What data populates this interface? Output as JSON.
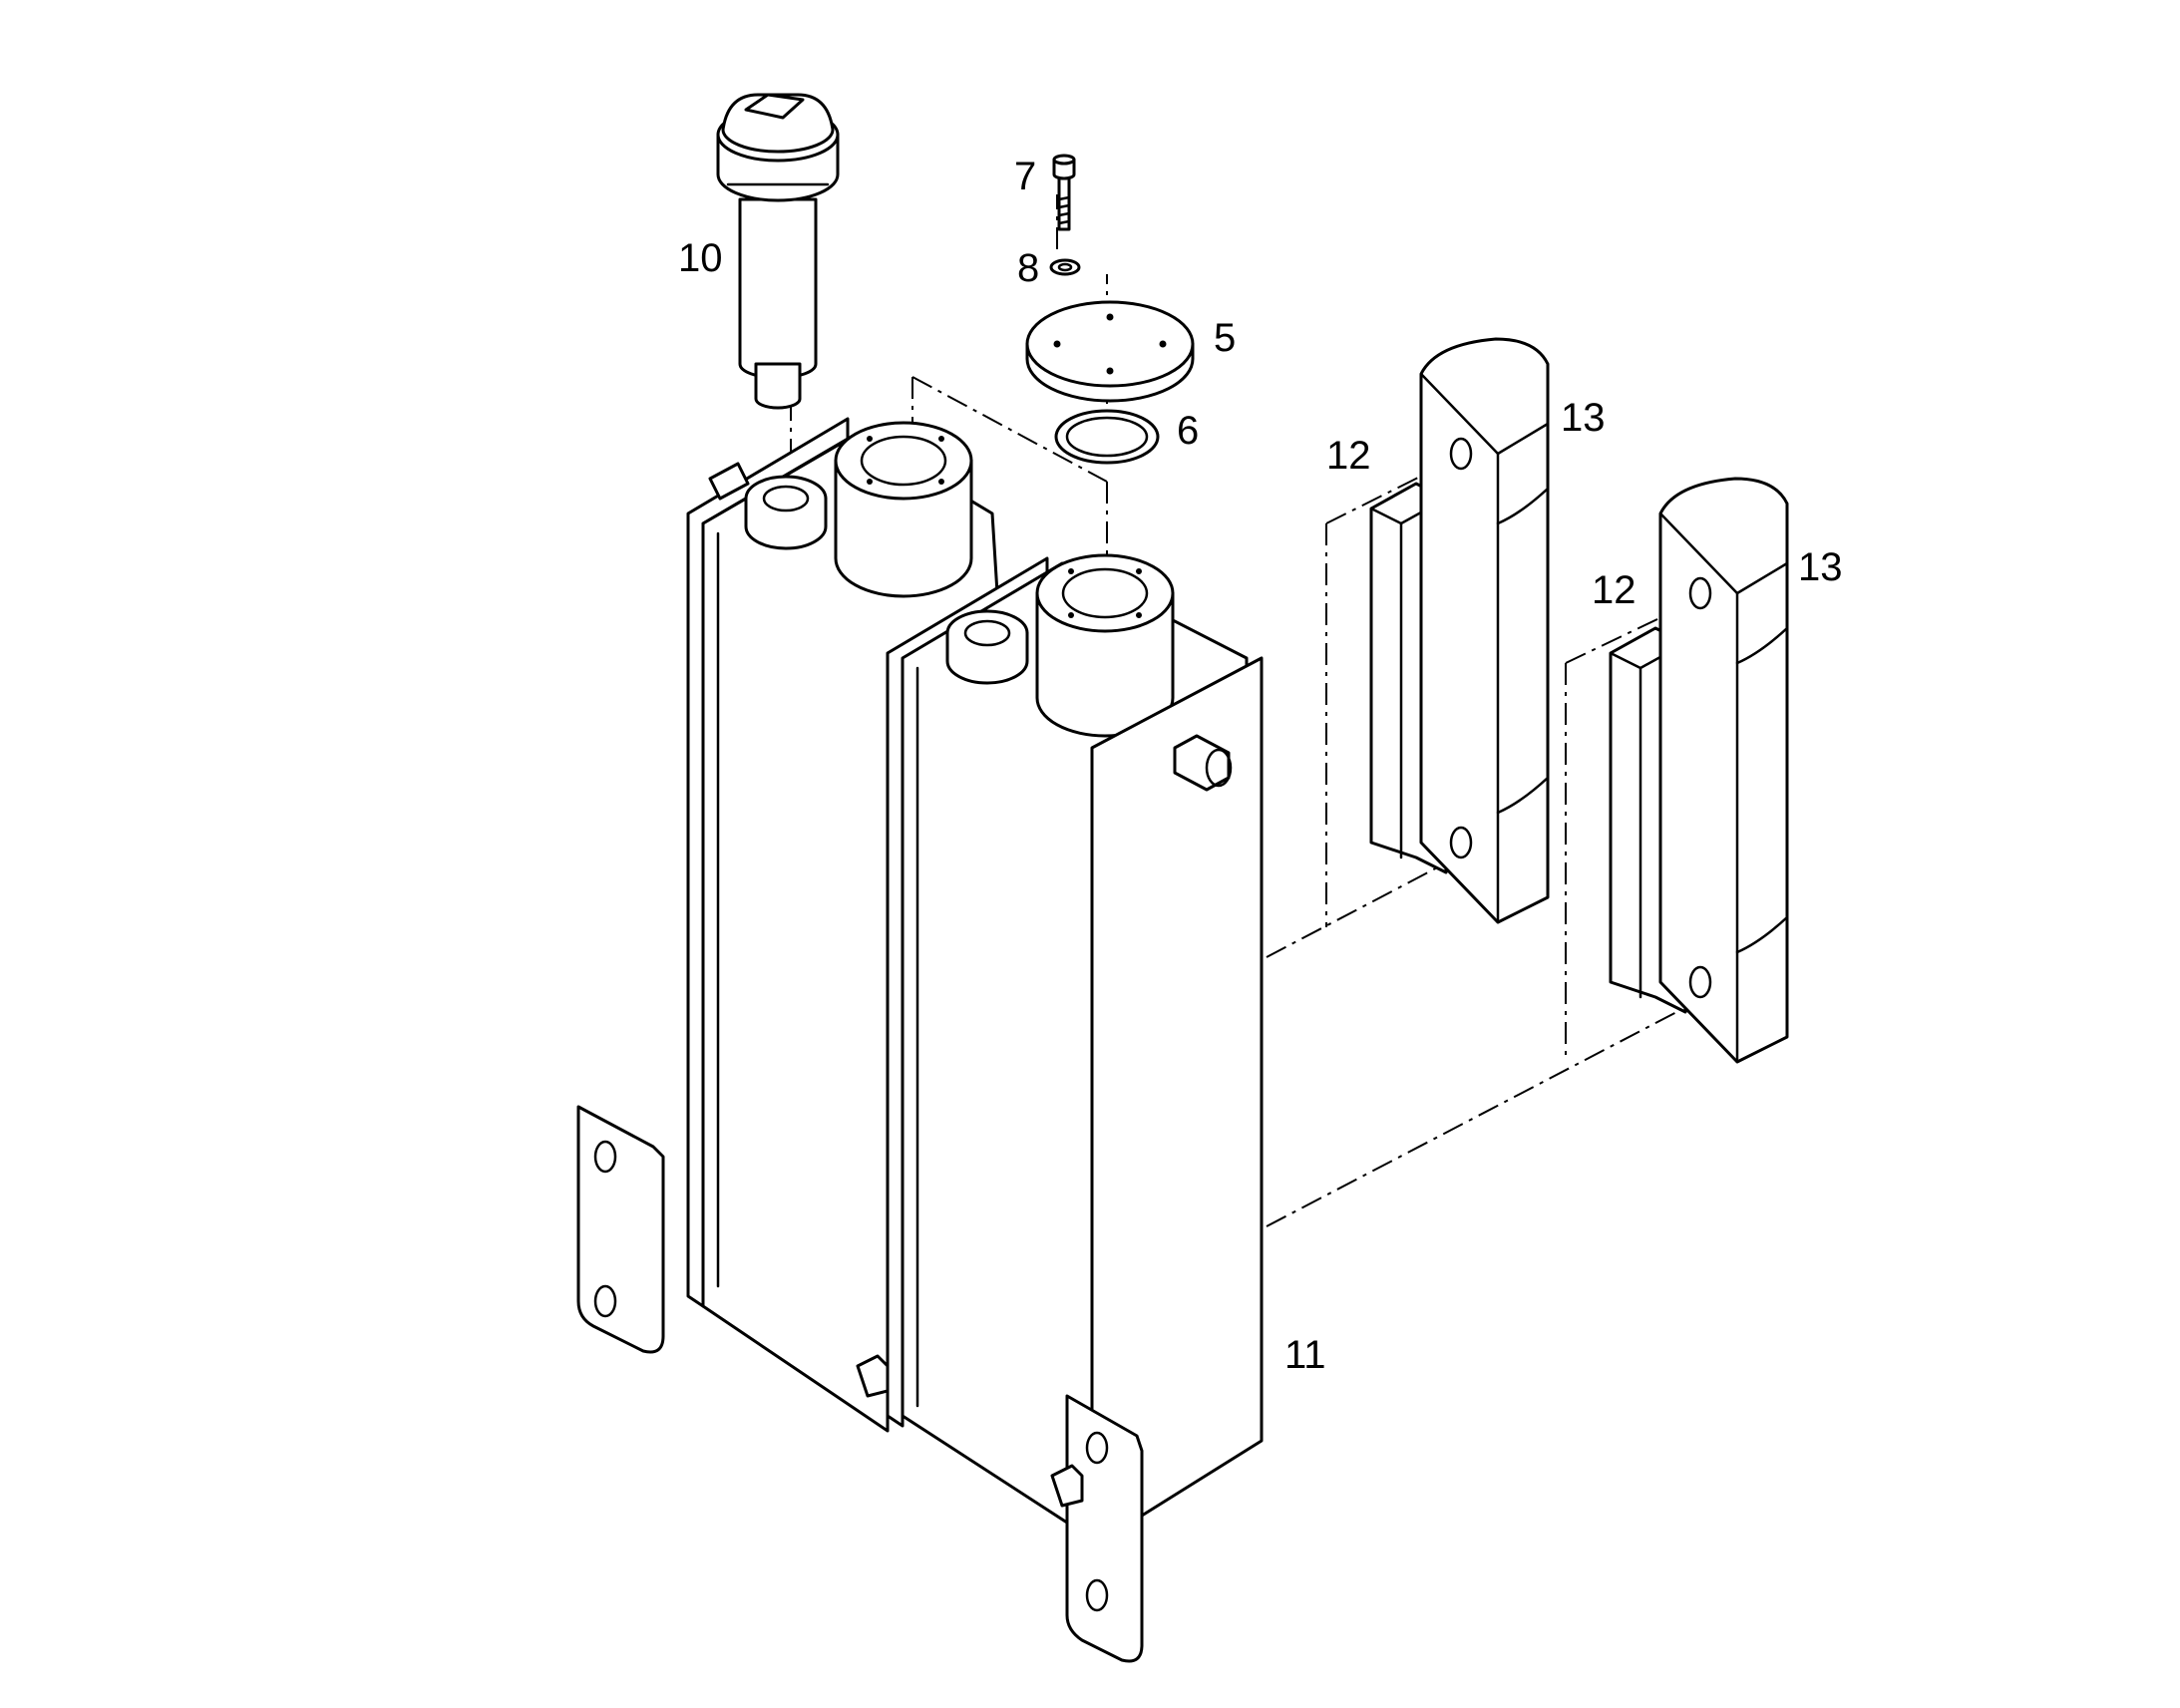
{
  "callouts": {
    "c5": "5",
    "c6": "6",
    "c7": "7",
    "c8": "8",
    "c10": "10",
    "c11": "11",
    "c12a": "12",
    "c12b": "12",
    "c13a": "13",
    "c13b": "13"
  },
  "colors": {
    "line": "#000000",
    "background": "#ffffff"
  },
  "icons": {
    "cap": "filler-cap-icon",
    "screw": "screw-icon",
    "washer": "washer-icon",
    "cover": "cover-plate-icon",
    "seal": "o-ring-icon",
    "tank": "tank-assembly-icon",
    "strip": "rubber-strip-icon",
    "block": "mounting-block-icon"
  }
}
